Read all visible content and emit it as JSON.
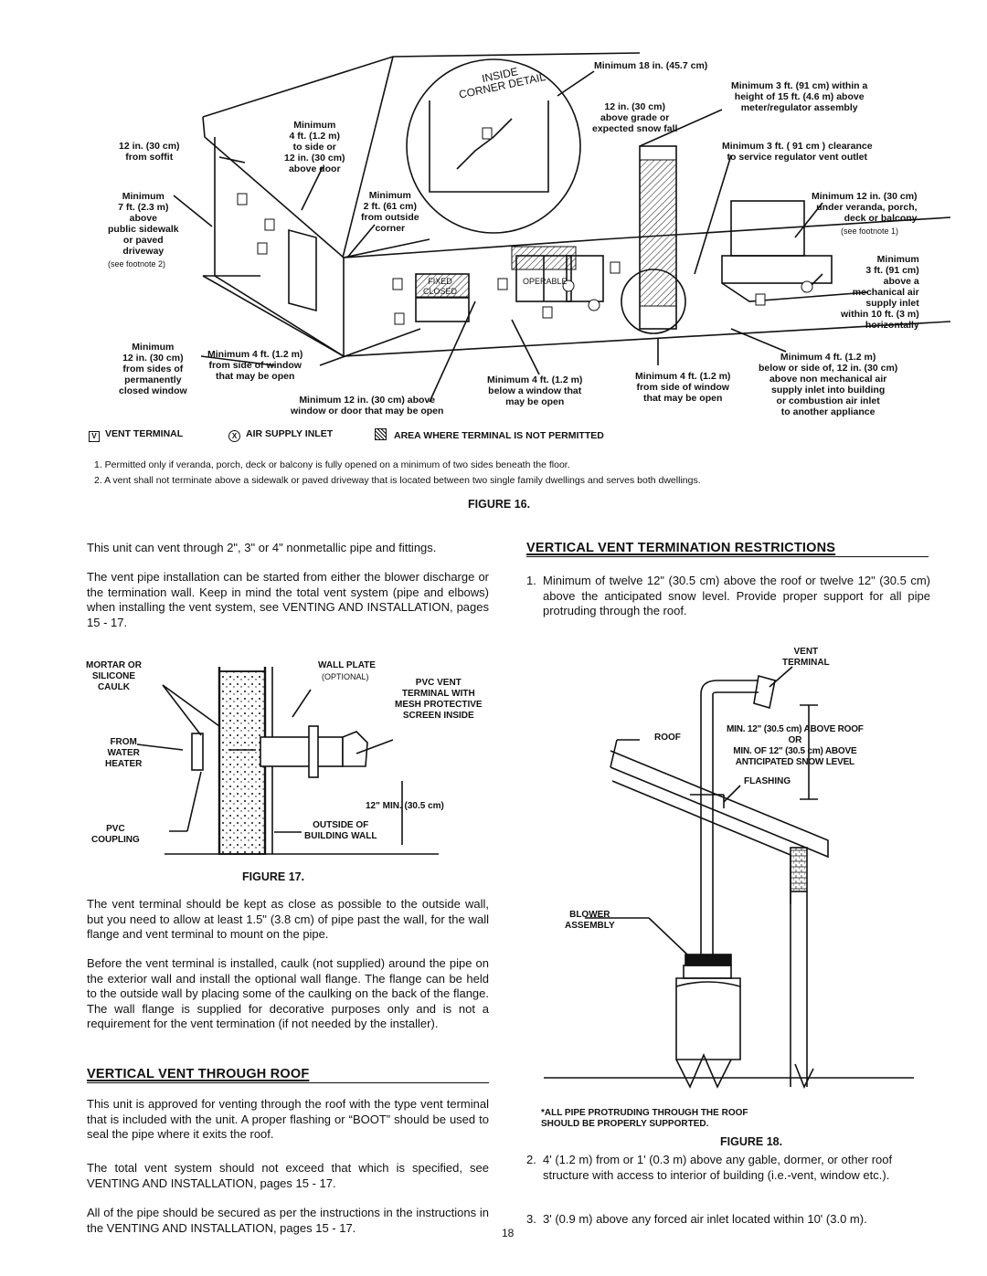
{
  "figure16": {
    "inside_corner_detail": "INSIDE\nCORNER DETAIL",
    "labels": {
      "min18": "Minimum 18 in. (45.7 cm)",
      "min3ft_meter": "Minimum 3 ft. (91 cm) within a\nheight of 15 ft. (4.6 m) above\nmeter/regulator assembly",
      "above_grade": "12 in. (30 cm)\nabove grade or\nexpected snow fall",
      "min3ft_regulator": "Minimum 3 ft. ( 91 cm ) clearance\nto service regulator vent outlet",
      "soffit": "12 in. (30 cm)\nfrom soffit",
      "door": "Minimum\n4 ft. (1.2 m)\nto side or\n12 in. (30 cm)\nabove door",
      "sidewalk": "Minimum\n7 ft. (2.3 m)\nabove\npublic sidewalk\nor paved\ndriveway",
      "sidewalk_note": "(see footnote 2)",
      "outside_corner": "Minimum\n2 ft. (61 cm)\nfrom outside\ncorner",
      "veranda": "Minimum 12 in. (30 cm)\nunder veranda, porch,\ndeck or balcony",
      "veranda_note": "(see footnote 1)",
      "mech_air": "Minimum\n3 ft. (91 cm)\nabove a\nmechanical air\nsupply inlet\nwithin 10 ft. (3 m)\nhorizontally",
      "closed_window": "Minimum\n12 in. (30 cm)\nfrom sides of\npermanently\nclosed window",
      "side_window": "Minimum 4 ft. (1.2 m)\nfrom side of window\nthat may be open",
      "above_window": "Minimum 12 in. (30 cm) above\nwindow or door that may be open",
      "below_window": "Minimum 4 ft. (1.2 m)\nbelow a window that\nmay be open",
      "side_window2": "Minimum 4 ft. (1.2 m)\nfrom side of window\nthat may be open",
      "non_mech": "Minimum 4 ft. (1.2 m)\nbelow or side of, 12 in. (30 cm)\nabove non mechanical air\nsupply inlet into building\nor combustion air inlet\nto another appliance",
      "fixed_closed": "FIXED\nCLOSED",
      "operable": "OPERABLE"
    },
    "legend": {
      "vent_terminal": "VENT TERMINAL",
      "vent_symbol": "V",
      "air_inlet": "AIR SUPPLY INLET",
      "air_symbol": "X",
      "not_permitted": "AREA WHERE TERMINAL IS NOT PERMITTED"
    },
    "footnotes": [
      "1. Permitted only if veranda, porch, deck or balcony is fully opened on a minimum of two sides beneath the floor.",
      "2. A vent shall not terminate above a sidewalk or paved driveway that is located between two single family dwellings and serves both dwellings."
    ],
    "caption": "FIGURE 16."
  },
  "left_col": {
    "p1": "This unit can vent through 2\", 3\" or 4\" nonmetallic pipe and fittings.",
    "p2": "The vent pipe installation can be started from either the blower discharge or the termination wall. Keep in mind the total vent system (pipe and elbows) when installing the vent system, see VENTING AND INSTALLATION, pages 15 - 17.",
    "p3": "The vent terminal should be kept as close as possible to the outside wall, but you need to allow at least 1.5\" (3.8 cm) of pipe past the wall, for the wall flange and vent terminal to mount on the pipe.",
    "p4": "Before the vent terminal is installed, caulk (not supplied) around the pipe on the exterior wall and install the optional wall flange. The flange can be held to the outside wall by placing some of the caulking on the back of the flange. The wall flange is supplied for decorative purposes only and is not a requirement for the vent termination (if not needed by the installer).",
    "heading_roof": "VERTICAL VENT THROUGH ROOF",
    "p5": "This unit is approved for venting through the roof with the type vent terminal that is included with the unit. A proper flashing or “BOOT” should be used to seal the pipe where it exits the roof.",
    "p6": "The total vent system should not exceed that which is specified, see VENTING AND INSTALLATION, pages 15 - 17.",
    "p7": "All of the pipe should be secured as per the instructions in the instructions in the VENTING AND INSTALLATION, pages 15 - 17."
  },
  "figure17": {
    "mortar": "MORTAR OR\nSILICONE\nCAULK",
    "from_heater": "FROM\nWATER\nHEATER",
    "pvc_coupling": "PVC\nCOUPLING",
    "wall_plate": "WALL PLATE",
    "optional": "(OPTIONAL)",
    "pvc_vent": "PVC VENT\nTERMINAL WITH\nMESH PROTECTIVE\nSCREEN INSIDE",
    "min12": "12\" MIN. (30.5 cm)",
    "outside_wall": "OUTSIDE OF\nBUILDING WALL",
    "caption": "FIGURE 17."
  },
  "right_col": {
    "heading": "VERTICAL VENT TERMINATION RESTRICTIONS",
    "item1_num": "1.",
    "item1": "Minimum of twelve 12\" (30.5 cm) above the roof or twelve 12\" (30.5 cm) above the anticipated snow level. Provide proper support for all pipe protruding through the roof.",
    "item2_num": "2.",
    "item2": "4' (1.2 m) from or 1' (0.3 m) above any gable, dormer, or other roof structure with access to interior of building (i.e.-vent, window etc.).",
    "item3_num": "3.",
    "item3": "3' (0.9 m) above any forced air inlet located within 10' (3.0 m)."
  },
  "figure18": {
    "vent_terminal": "VENT\nTERMINAL",
    "roof": "ROOF",
    "min_above": "MIN. 12\" (30.5 cm) ABOVE ROOF\nOR\nMIN. OF 12\" (30.5 cm) ABOVE\nANTICIPATED SNOW LEVEL",
    "flashing": "FLASHING",
    "blower": "BLOWER\nASSEMBLY",
    "note": "*ALL PIPE PROTRUDING THROUGH THE ROOF\nSHOULD BE PROPERLY SUPPORTED.",
    "caption": "FIGURE 18."
  },
  "page_number": "18"
}
